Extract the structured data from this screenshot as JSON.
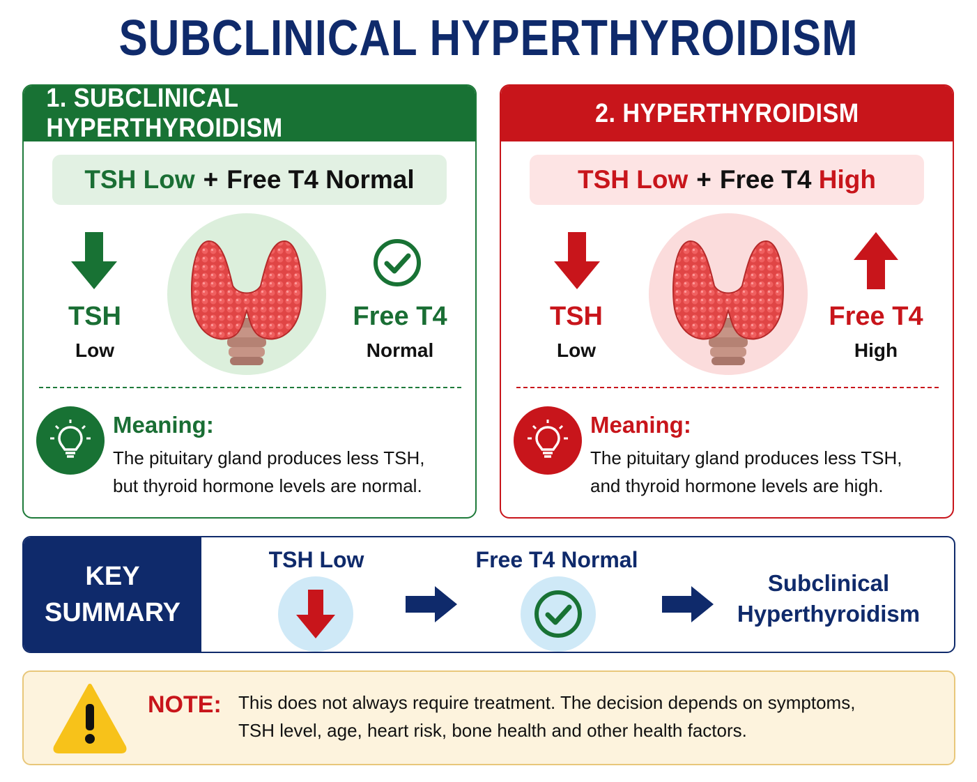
{
  "title": "SUBCLINICAL HYPERTHYROIDISM",
  "panels": {
    "left": {
      "header": "1. SUBCLINICAL HYPERTHYROIDISM",
      "formula": {
        "a": "TSH Low",
        "plus": "+",
        "b": "Free T4 Normal"
      },
      "tsh": {
        "name": "TSH",
        "level": "Low",
        "icon": "arrow-down-icon"
      },
      "ft4": {
        "name": "Free T4",
        "level": "Normal",
        "icon": "check-circle-icon"
      },
      "meaning": {
        "title": "Meaning:",
        "line1": "The pituitary gland produces less TSH,",
        "line2": "but thyroid hormone levels are normal."
      },
      "color": "#187234"
    },
    "right": {
      "header": "2. HYPERTHYROIDISM",
      "formula": {
        "a": "TSH Low",
        "plus": "+",
        "b1": "Free T4",
        "b2": "High"
      },
      "tsh": {
        "name": "TSH",
        "level": "Low",
        "icon": "arrow-down-icon"
      },
      "ft4": {
        "name": "Free T4",
        "level": "High",
        "icon": "arrow-up-icon"
      },
      "meaning": {
        "title": "Meaning:",
        "line1": "The pituitary gland produces less TSH,",
        "line2": "and thyroid hormone levels are high."
      },
      "color": "#c8151b"
    }
  },
  "summary": {
    "label_line1": "KEY",
    "label_line2": "SUMMARY",
    "step1": "TSH Low",
    "step2": "Free T4 Normal",
    "result_line1": "Subclinical",
    "result_line2": "Hyperthyroidism"
  },
  "note": {
    "label": "NOTE:",
    "line1": "This does not always require treatment. The decision depends on symptoms,",
    "line2": "TSH level, age, heart risk, bone health and other health factors."
  },
  "colors": {
    "navy": "#0f2a6b",
    "green": "#187234",
    "red": "#c8151b",
    "note_bg": "#fdf3dd",
    "warning_yellow": "#f7c21a"
  }
}
